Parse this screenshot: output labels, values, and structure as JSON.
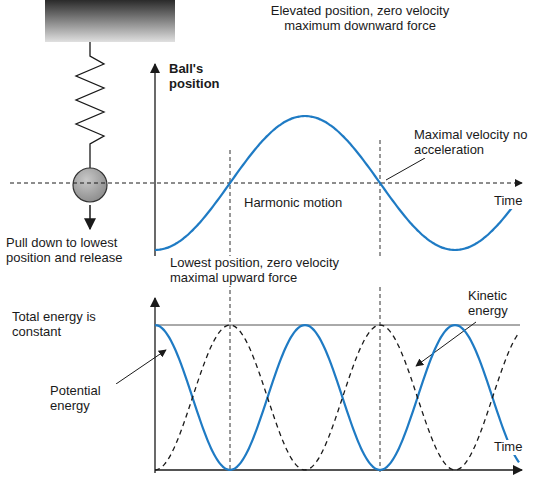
{
  "diagram": {
    "labels": [
      "Ball's position",
      "Elevated position, zero velocity maximum downward force",
      "Maximal velocity no acceleration",
      "Time",
      "Harmonic motion",
      "Pull down to lowest position and release",
      "Lowest position, zero velocity maximal upward force",
      "Total energy is constant",
      "Kinetic energy",
      "Potential energy",
      "Time"
    ]
  }
}
